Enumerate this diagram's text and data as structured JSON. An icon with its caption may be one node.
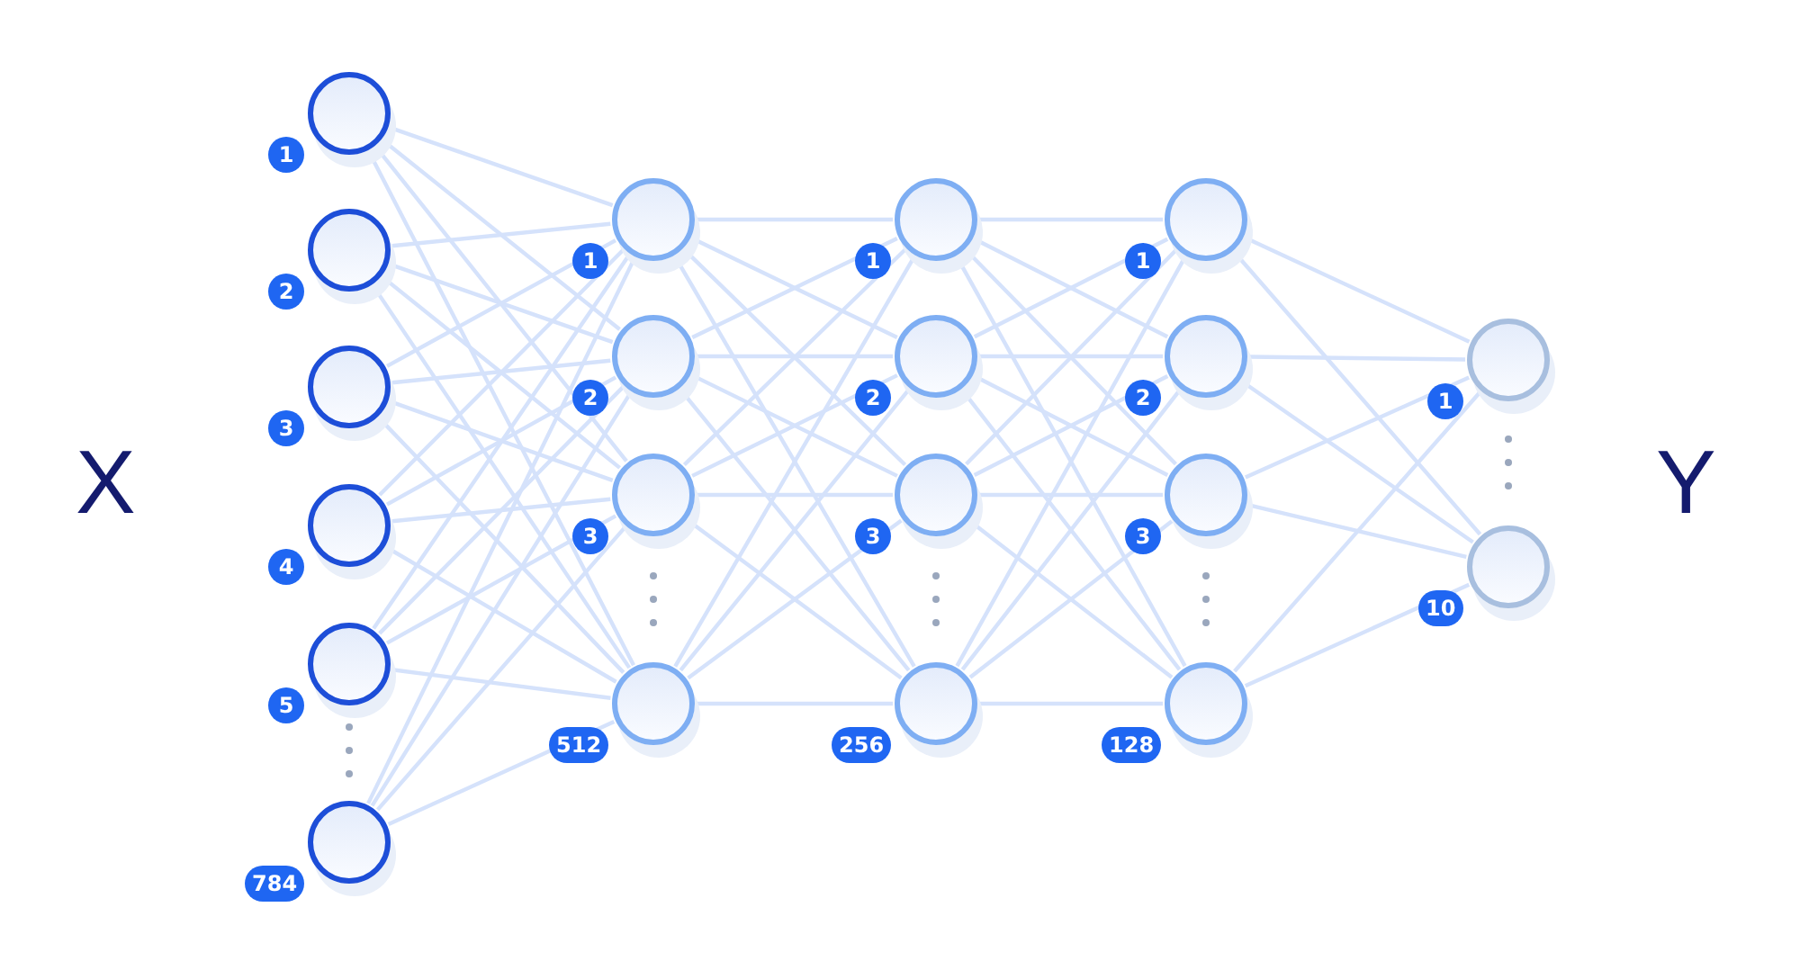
{
  "diagram": {
    "nodes": [
      {
        "text": [],
        "shape": "circle",
        "beside": [
          "1"
        ]
      },
      {
        "text": [],
        "shape": "circle",
        "beside": [
          "2"
        ]
      },
      {
        "text": [],
        "shape": "circle",
        "beside": [
          "3"
        ]
      },
      {
        "text": [],
        "shape": "circle",
        "beside": [
          "4"
        ]
      },
      {
        "text": [],
        "shape": "circle",
        "beside": [
          "5"
        ]
      },
      {
        "text": [],
        "shape": "circle",
        "beside": [
          "784"
        ]
      },
      {
        "text": [],
        "shape": "circle",
        "beside": [
          "1"
        ]
      },
      {
        "text": [],
        "shape": "circle",
        "beside": [
          "2"
        ]
      },
      {
        "text": [],
        "shape": "circle",
        "beside": [
          "3"
        ]
      },
      {
        "text": [],
        "shape": "circle",
        "beside": [
          "512"
        ]
      },
      {
        "text": [],
        "shape": "circle",
        "beside": [
          "1"
        ]
      },
      {
        "text": [],
        "shape": "circle",
        "beside": [
          "2"
        ]
      },
      {
        "text": [],
        "shape": "circle",
        "beside": [
          "3"
        ]
      },
      {
        "text": [],
        "shape": "circle",
        "beside": [
          "256"
        ]
      },
      {
        "text": [],
        "shape": "circle",
        "beside": [
          "1"
        ]
      },
      {
        "text": [],
        "shape": "circle",
        "beside": [
          "2"
        ]
      },
      {
        "text": [],
        "shape": "circle",
        "beside": [
          "3"
        ]
      },
      {
        "text": [],
        "shape": "circle",
        "beside": [
          "128"
        ]
      },
      {
        "text": [],
        "shape": "circle",
        "beside": [
          "1"
        ]
      },
      {
        "text": [],
        "shape": "circle",
        "beside": [
          "10"
        ]
      }
    ],
    "edges": [
      {
        "from": 0,
        "to": 6,
        "arrow": "none"
      },
      {
        "from": 0,
        "to": 7,
        "arrow": "none"
      },
      {
        "from": 0,
        "to": 8,
        "arrow": "none"
      },
      {
        "from": 0,
        "to": 9,
        "arrow": "none"
      },
      {
        "from": 1,
        "to": 6,
        "arrow": "none"
      },
      {
        "from": 1,
        "to": 7,
        "arrow": "none"
      },
      {
        "from": 1,
        "to": 8,
        "arrow": "none"
      },
      {
        "from": 1,
        "to": 9,
        "arrow": "none"
      },
      {
        "from": 2,
        "to": 6,
        "arrow": "none"
      },
      {
        "from": 2,
        "to": 7,
        "arrow": "none"
      },
      {
        "from": 2,
        "to": 8,
        "arrow": "none"
      },
      {
        "from": 2,
        "to": 9,
        "arrow": "none"
      },
      {
        "from": 3,
        "to": 6,
        "arrow": "none"
      },
      {
        "from": 3,
        "to": 7,
        "arrow": "none"
      },
      {
        "from": 3,
        "to": 8,
        "arrow": "none"
      },
      {
        "from": 3,
        "to": 9,
        "arrow": "none"
      },
      {
        "from": 4,
        "to": 6,
        "arrow": "none"
      },
      {
        "from": 4,
        "to": 7,
        "arrow": "none"
      },
      {
        "from": 4,
        "to": 8,
        "arrow": "none"
      },
      {
        "from": 4,
        "to": 9,
        "arrow": "none"
      },
      {
        "from": 5,
        "to": 6,
        "arrow": "none"
      },
      {
        "from": 5,
        "to": 7,
        "arrow": "none"
      },
      {
        "from": 5,
        "to": 8,
        "arrow": "none"
      },
      {
        "from": 5,
        "to": 9,
        "arrow": "none"
      },
      {
        "from": 6,
        "to": 10,
        "arrow": "none"
      },
      {
        "from": 6,
        "to": 11,
        "arrow": "none"
      },
      {
        "from": 6,
        "to": 12,
        "arrow": "none"
      },
      {
        "from": 6,
        "to": 13,
        "arrow": "none"
      },
      {
        "from": 7,
        "to": 10,
        "arrow": "none"
      },
      {
        "from": 7,
        "to": 11,
        "arrow": "none"
      },
      {
        "from": 7,
        "to": 12,
        "arrow": "none"
      },
      {
        "from": 7,
        "to": 13,
        "arrow": "none"
      },
      {
        "from": 8,
        "to": 10,
        "arrow": "none"
      },
      {
        "from": 8,
        "to": 11,
        "arrow": "none"
      },
      {
        "from": 8,
        "to": 12,
        "arrow": "none"
      },
      {
        "from": 8,
        "to": 13,
        "arrow": "none"
      },
      {
        "from": 9,
        "to": 10,
        "arrow": "none"
      },
      {
        "from": 9,
        "to": 11,
        "arrow": "none"
      },
      {
        "from": 9,
        "to": 12,
        "arrow": "none"
      },
      {
        "from": 9,
        "to": 13,
        "arrow": "none"
      },
      {
        "from": 10,
        "to": 14,
        "arrow": "none"
      },
      {
        "from": 10,
        "to": 15,
        "arrow": "none"
      },
      {
        "from": 10,
        "to": 16,
        "arrow": "none"
      },
      {
        "from": 10,
        "to": 17,
        "arrow": "none"
      },
      {
        "from": 11,
        "to": 14,
        "arrow": "none"
      },
      {
        "from": 11,
        "to": 15,
        "arrow": "none"
      },
      {
        "from": 11,
        "to": 16,
        "arrow": "none"
      },
      {
        "from": 11,
        "to": 17,
        "arrow": "none"
      },
      {
        "from": 12,
        "to": 14,
        "arrow": "none"
      },
      {
        "from": 12,
        "to": 15,
        "arrow": "none"
      },
      {
        "from": 12,
        "to": 16,
        "arrow": "none"
      },
      {
        "from": 12,
        "to": 17,
        "arrow": "none"
      },
      {
        "from": 13,
        "to": 14,
        "arrow": "none"
      },
      {
        "from": 13,
        "to": 15,
        "arrow": "none"
      },
      {
        "from": 13,
        "to": 16,
        "arrow": "none"
      },
      {
        "from": 13,
        "to": 17,
        "arrow": "none"
      },
      {
        "from": 14,
        "to": 18,
        "arrow": "none"
      },
      {
        "from": 14,
        "to": 19,
        "arrow": "none"
      },
      {
        "from": 15,
        "to": 18,
        "arrow": "none"
      },
      {
        "from": 15,
        "to": 19,
        "arrow": "none"
      },
      {
        "from": 16,
        "to": 18,
        "arrow": "none"
      },
      {
        "from": 16,
        "to": 19,
        "arrow": "none"
      },
      {
        "from": 17,
        "to": 18,
        "arrow": "none"
      },
      {
        "from": 17,
        "to": 19,
        "arrow": "none"
      }
    ],
    "labels": [
      "X",
      "Y"
    ]
  }
}
